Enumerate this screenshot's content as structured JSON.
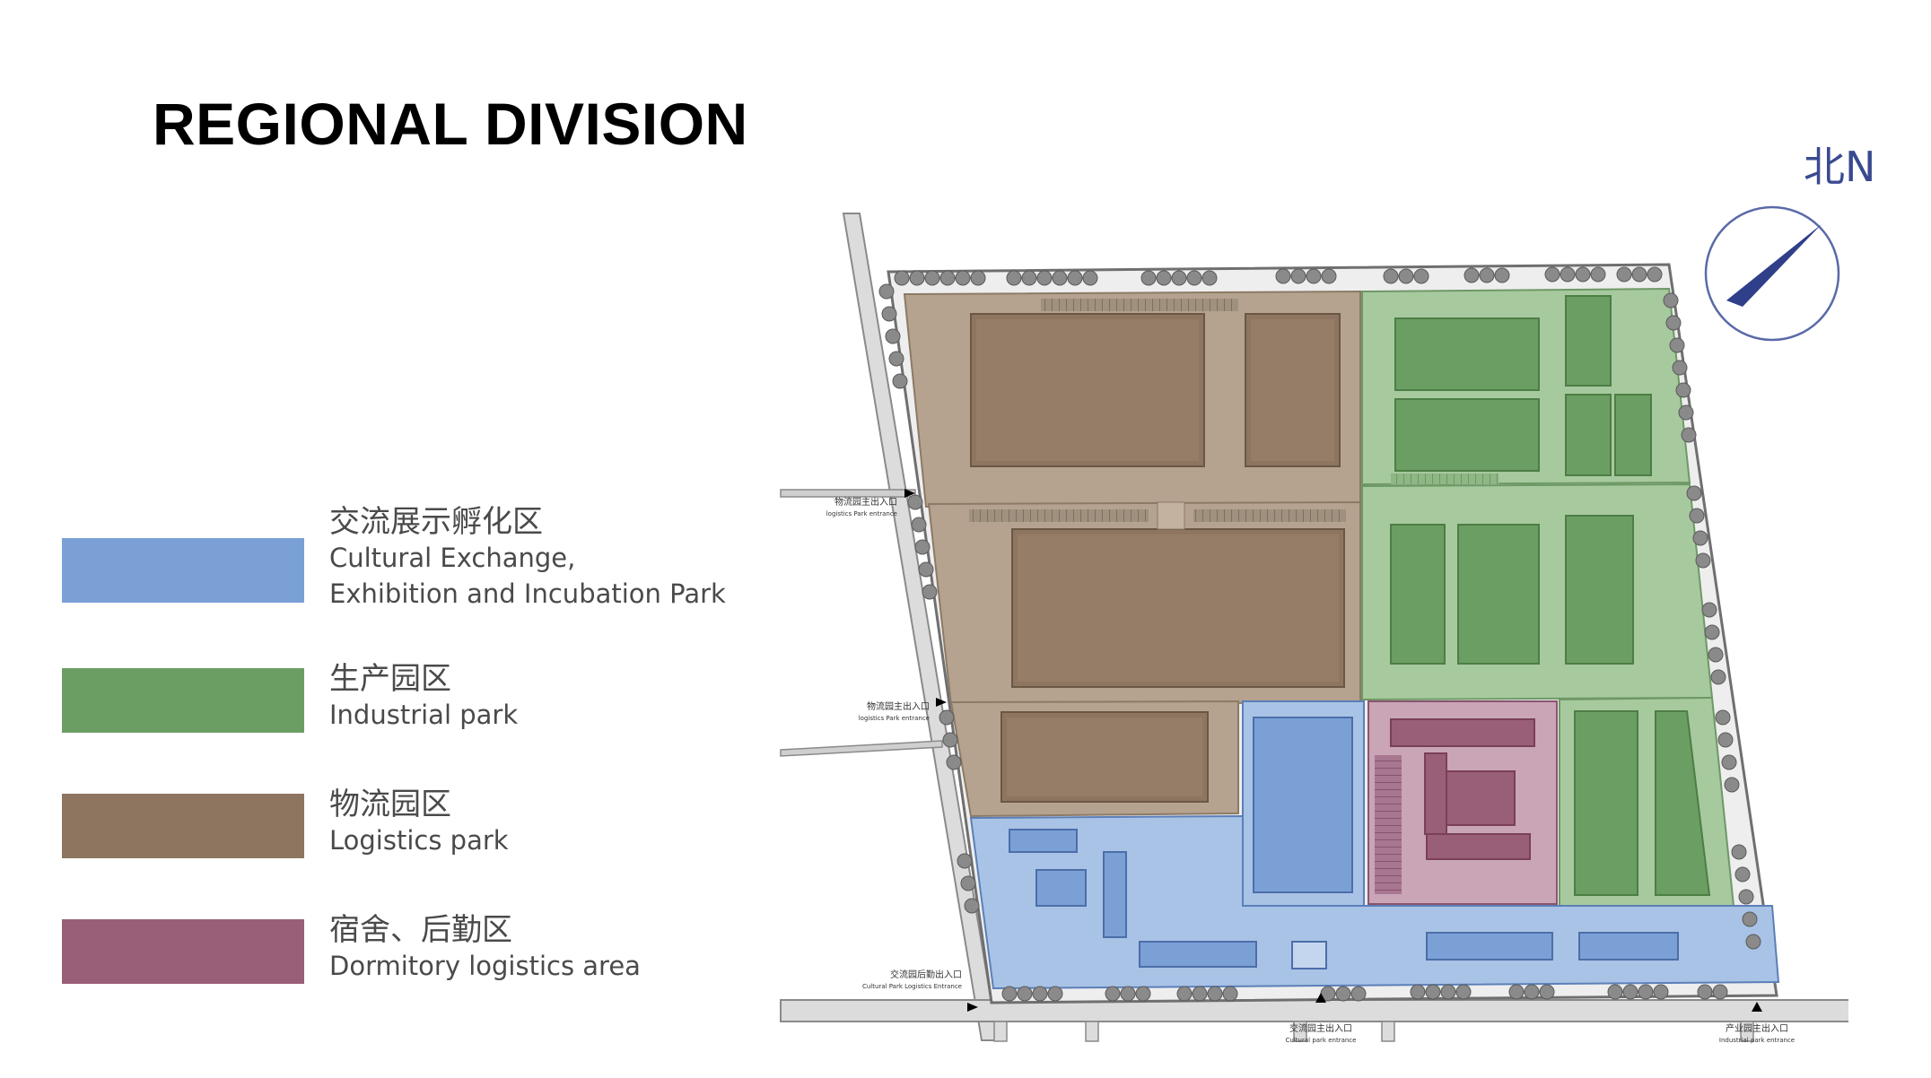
{
  "title": "REGIONAL DIVISION",
  "legend": [
    {
      "cn": "交流展示孵化区",
      "en_line1": "Cultural Exchange,",
      "en_line2": "Exhibition and Incubation Park",
      "color": "#7aa0d6"
    },
    {
      "cn": "生产园区",
      "en_line1": "Industrial park",
      "color": "#6b9e63"
    },
    {
      "cn": "物流园区",
      "en_line1": "Logistics park",
      "color": "#8d7560"
    },
    {
      "cn": "宿舍、后勤区",
      "en_line1": "Dormitory logistics area",
      "color": "#9a5f78"
    }
  ],
  "compass": {
    "label": "北N",
    "color": "#2f3f8a"
  },
  "map": {
    "entrances": [
      {
        "cn": "物流园主出入口",
        "en": "logistics Park entrance"
      },
      {
        "cn": "物流园主出入口",
        "en": "logistics Park entrance"
      },
      {
        "cn": "交流园后勤出入口",
        "en": "Cultural Park Logistics Entrance"
      },
      {
        "cn": "交流园主出入口",
        "en": "Cultural park entrance"
      },
      {
        "cn": "产业园主出入口",
        "en": "Industrial park entrance"
      }
    ]
  }
}
